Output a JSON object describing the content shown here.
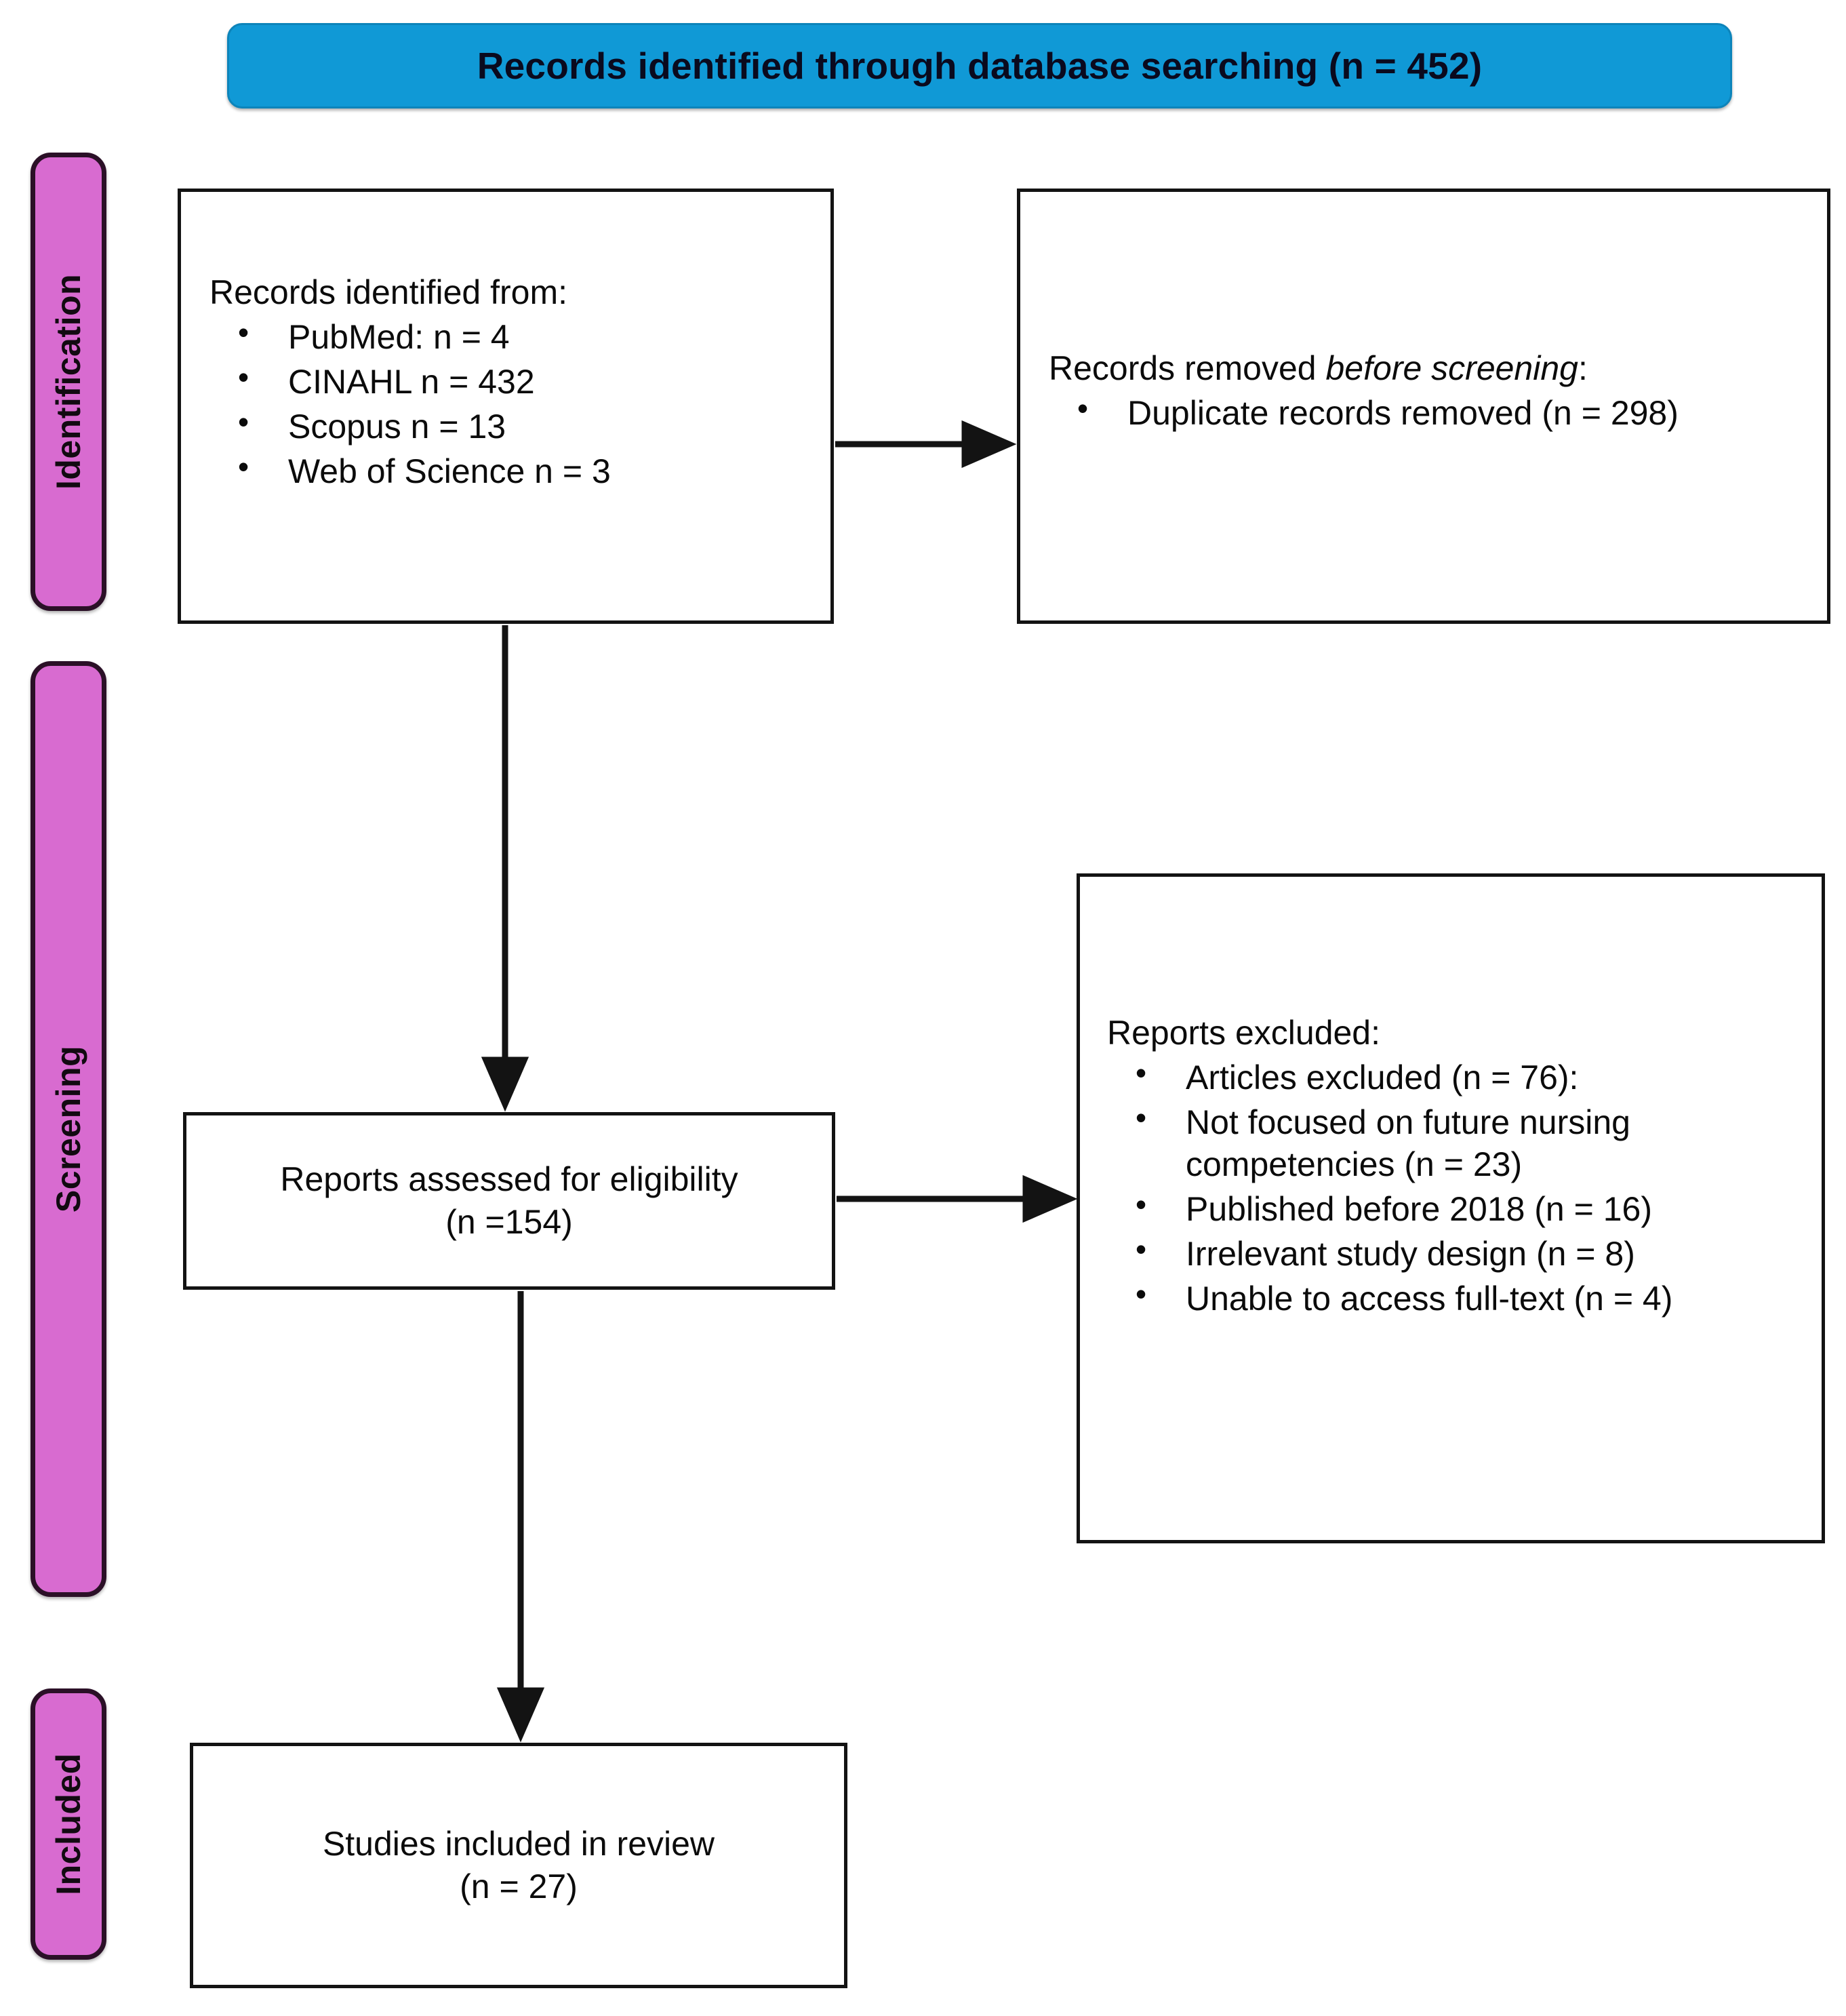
{
  "header": {
    "title": "Records identified through database searching (n = 452)",
    "color": "#1099d6"
  },
  "stages": {
    "color": "#d86bd0",
    "identification": "Identification",
    "screening": "Screening",
    "included": "Included"
  },
  "boxes": {
    "identified": {
      "heading": "Records identified from:",
      "bullets": [
        "PubMed: n = 4",
        "CINAHL n = 432",
        "Scopus n = 13",
        "Web of Science n = 3"
      ]
    },
    "removed": {
      "heading_lead": "Records removed ",
      "heading_italic": "before screening",
      "heading_tail": ":",
      "bullets": [
        "Duplicate records removed (n = 298)"
      ]
    },
    "eligibility": {
      "line1": "Reports assessed for eligibility",
      "line2": "(n =154)"
    },
    "excluded": {
      "heading": "Reports excluded:",
      "bullets": [
        "Articles excluded (n = 76):",
        "Not focused on future nursing competencies (n = 23)",
        "Published before 2018 (n = 16)",
        "Irrelevant study design (n = 8)",
        "Unable to access full-text (n = 4)"
      ]
    },
    "included_studies": {
      "line1": "Studies included in review",
      "line2": "(n = 27)"
    }
  },
  "chart_data": {
    "type": "diagram",
    "title": "PRISMA flow diagram",
    "stages": [
      "Identification",
      "Screening",
      "Included"
    ],
    "nodes": [
      {
        "id": "header",
        "label": "Records identified through database searching",
        "n": 452
      },
      {
        "id": "identified",
        "label": "Records identified from",
        "sources": [
          {
            "name": "PubMed",
            "n": 4
          },
          {
            "name": "CINAHL",
            "n": 432
          },
          {
            "name": "Scopus",
            "n": 13
          },
          {
            "name": "Web of Science",
            "n": 3
          }
        ]
      },
      {
        "id": "removed",
        "label": "Records removed before screening",
        "items": [
          {
            "name": "Duplicate records removed",
            "n": 298
          }
        ]
      },
      {
        "id": "eligibility",
        "label": "Reports assessed for eligibility",
        "n": 154
      },
      {
        "id": "excluded",
        "label": "Reports excluded",
        "items": [
          {
            "name": "Articles excluded",
            "n": 76
          },
          {
            "name": "Not focused on future nursing competencies",
            "n": 23
          },
          {
            "name": "Published before 2018",
            "n": 16
          },
          {
            "name": "Irrelevant study design",
            "n": 8
          },
          {
            "name": "Unable to access full-text",
            "n": 4
          }
        ]
      },
      {
        "id": "included_studies",
        "label": "Studies included in review",
        "n": 27
      }
    ],
    "edges": [
      {
        "from": "identified",
        "to": "removed",
        "direction": "right"
      },
      {
        "from": "identified",
        "to": "eligibility",
        "direction": "down"
      },
      {
        "from": "eligibility",
        "to": "excluded",
        "direction": "right"
      },
      {
        "from": "eligibility",
        "to": "included_studies",
        "direction": "down"
      }
    ]
  }
}
